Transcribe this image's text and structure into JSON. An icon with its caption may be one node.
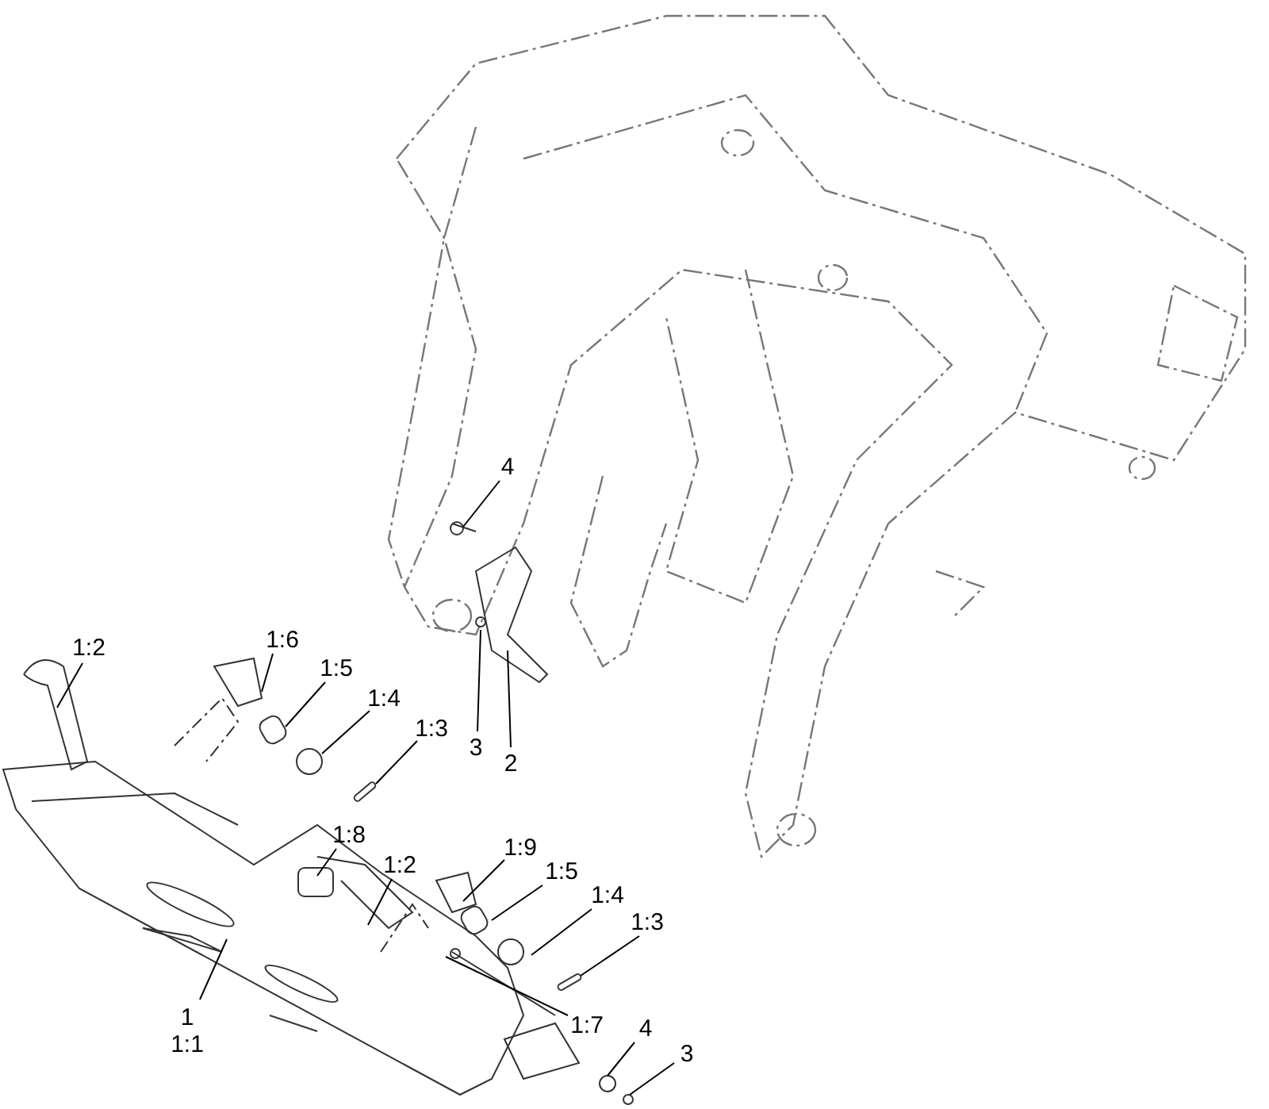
{
  "diagram": {
    "nodes": [
      {
        "text": [
          "1:2"
        ]
      },
      {
        "text": [
          "1:6"
        ]
      },
      {
        "text": [
          "1:5"
        ]
      },
      {
        "text": [
          "1:4"
        ]
      },
      {
        "text": [
          "1:3"
        ]
      },
      {
        "text": [
          "4"
        ]
      },
      {
        "text": [
          "3"
        ]
      },
      {
        "text": [
          "2"
        ]
      },
      {
        "text": [
          "1:8"
        ]
      },
      {
        "text": [
          "1:2"
        ]
      },
      {
        "text": [
          "1:9"
        ]
      },
      {
        "text": [
          "1:5"
        ]
      },
      {
        "text": [
          "1:4"
        ]
      },
      {
        "text": [
          "1:3"
        ]
      },
      {
        "text": [
          "1:7"
        ]
      },
      {
        "text": [
          "1",
          "1:1"
        ]
      },
      {
        "text": [
          "4"
        ]
      },
      {
        "text": [
          "3"
        ]
      },
      {
        "text": [],
        "shape": "bar"
      },
      {
        "text": [],
        "shape": "bar"
      }
    ],
    "edges": [
      {
        "from": 0,
        "to": null,
        "arrow": "none"
      },
      {
        "from": 1,
        "to": null,
        "arrow": "none"
      },
      {
        "from": 2,
        "to": null,
        "arrow": "none"
      },
      {
        "from": 3,
        "to": null,
        "arrow": "none"
      },
      {
        "from": 4,
        "to": 18,
        "arrow": "none"
      },
      {
        "from": 5,
        "to": null,
        "arrow": "none"
      },
      {
        "from": 6,
        "to": null,
        "arrow": "none"
      },
      {
        "from": 7,
        "to": null,
        "arrow": "none"
      },
      {
        "from": 8,
        "to": null,
        "arrow": "none"
      },
      {
        "from": 9,
        "to": null,
        "arrow": "none"
      },
      {
        "from": 10,
        "to": null,
        "arrow": "none"
      },
      {
        "from": 11,
        "to": null,
        "arrow": "none"
      },
      {
        "from": 12,
        "to": null,
        "arrow": "none"
      },
      {
        "from": 13,
        "to": 19,
        "arrow": "none"
      },
      {
        "from": 14,
        "to": null,
        "arrow": "none"
      },
      {
        "from": 15,
        "to": null,
        "arrow": "none"
      },
      {
        "from": 16,
        "to": null,
        "arrow": "none"
      },
      {
        "from": 17,
        "to": null,
        "arrow": "none"
      }
    ]
  }
}
